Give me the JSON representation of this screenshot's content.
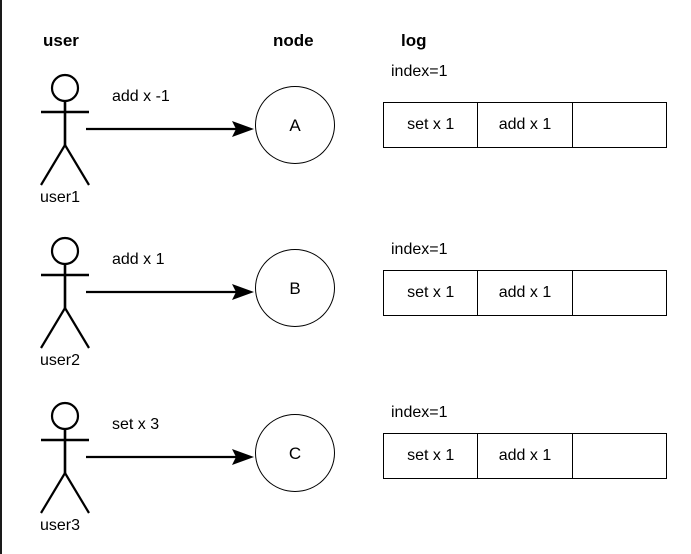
{
  "headers": {
    "user": "user",
    "node": "node",
    "log": "log"
  },
  "rows": [
    {
      "actor_label": "user1",
      "arrow_label": "add x -1",
      "node_letter": "A",
      "index_label": "index=1",
      "log_cells": [
        "set x 1",
        "add x 1",
        ""
      ]
    },
    {
      "actor_label": "user2",
      "arrow_label": "add x 1",
      "node_letter": "B",
      "index_label": "index=1",
      "log_cells": [
        "set x 1",
        "add x 1",
        ""
      ]
    },
    {
      "actor_label": "user3",
      "arrow_label": "set x 3",
      "node_letter": "C",
      "index_label": "index=1",
      "log_cells": [
        "set x 1",
        "add x 1",
        ""
      ]
    }
  ],
  "colors": {
    "stroke": "#000000",
    "background": "#ffffff"
  }
}
